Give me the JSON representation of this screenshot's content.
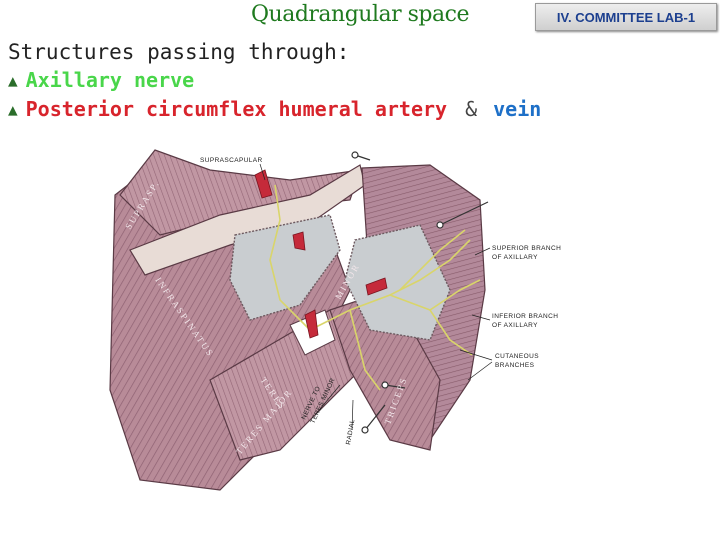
{
  "header": {
    "title": "Quadrangular space",
    "badge": "IV. COMMITTEE LAB-1"
  },
  "content": {
    "subtitle": "Structures passing through:",
    "bullets": [
      {
        "text": "Axillary nerve",
        "color": "#49d64a"
      },
      {
        "text": "Posterior circumflex humeral artery",
        "color": "#d8242c"
      }
    ],
    "ampersand": "&",
    "vein": "vein",
    "vein_color": "#1e70c8",
    "bullet_icon": "tree-bullet-icon"
  },
  "figure": {
    "labels": {
      "suprascapular": "SUPRASCAPULAR",
      "superior_branch_1": "SUPERIOR BRANCH",
      "superior_branch_2": "OF AXILLARY",
      "inferior_branch_1": "INFERIOR BRANCH",
      "inferior_branch_2": "OF AXILLARY",
      "cutaneous_1": "CUTANEOUS",
      "cutaneous_2": "BRANCHES",
      "nerve_teres_1": "NERVE TO",
      "nerve_teres_2": "TERES MINOR",
      "radial": "RADIAL"
    },
    "muscles": {
      "supraspinatus": "SUPRASP.",
      "infraspinatus": "INFRASPINATUS",
      "teres_minor_a": "TERES",
      "teres_minor_b": "MINOR",
      "teres_major": "TERES MAJOR",
      "triceps": "TRICEPS"
    }
  }
}
